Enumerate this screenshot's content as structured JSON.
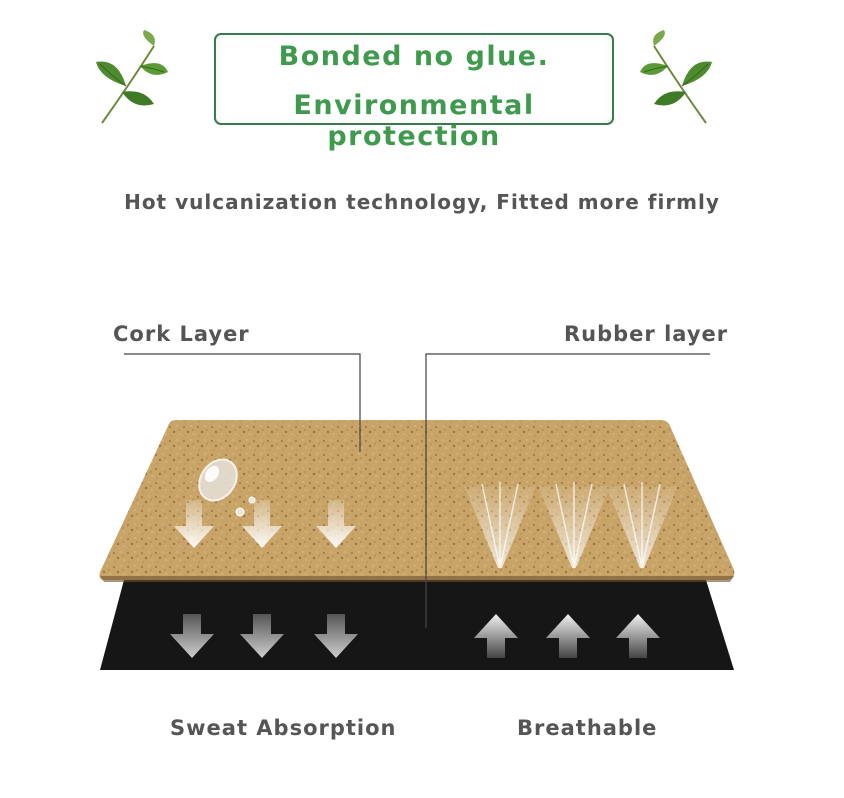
{
  "banner": {
    "line1": "Bonded no glue.",
    "line2": "Environmental protection"
  },
  "subtitle": "Hot vulcanization technology, Fitted more firmly",
  "labels": {
    "cork": "Cork Layer",
    "rubber": "Rubber layer",
    "sweat": "Sweat Absorption",
    "breathable": "Breathable"
  },
  "icons": {
    "leaf": "leaf-sprig-icon",
    "water_drop": "water-drop-icon",
    "arrow_down": "arrow-down-icon",
    "arrow_up": "arrow-up-icon",
    "vapor": "vapor-spray-icon"
  },
  "colors": {
    "banner_text": "#3f9a4e",
    "banner_border": "#3a7a4e",
    "text": "#555555",
    "cork": "#c9a468",
    "rubber": "#161616",
    "leaf": "#4e8a2e"
  }
}
